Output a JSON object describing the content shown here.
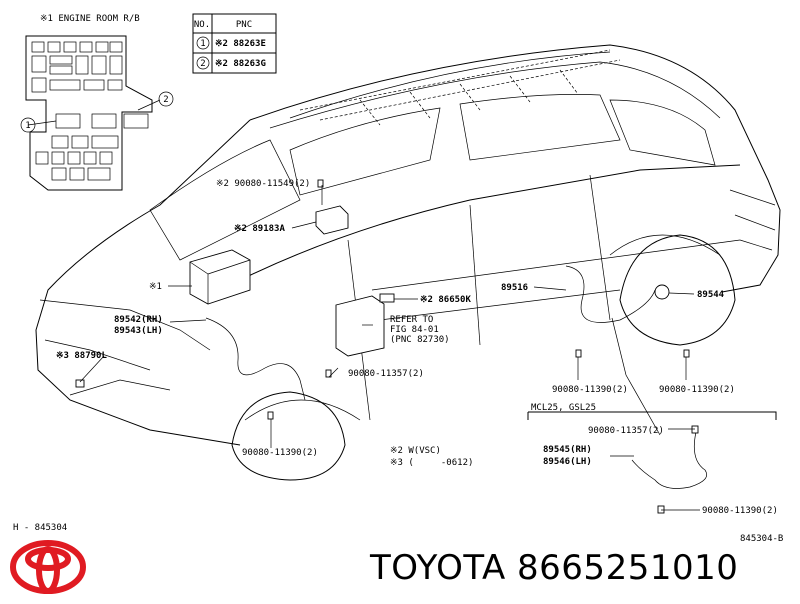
{
  "fuse_box": {
    "caption": "※1 ENGINE ROOM R/B",
    "callout_1": "1",
    "callout_2": "2"
  },
  "pnc_table": {
    "header_no": "NO.",
    "header_pnc": "PNC",
    "rows": [
      {
        "no": "1",
        "pnc": "※2 88263E"
      },
      {
        "no": "2",
        "pnc": "※2 88263G"
      }
    ]
  },
  "labels": {
    "bolt_top": "※2 90080-11549(2)",
    "part_89183a": "※2 89183A",
    "mark_1": "※1",
    "part_89542": "89542(RH)",
    "part_89543": "89543(LH)",
    "part_88790l": "※3 88790L",
    "part_86650k": "※2 86650K",
    "refer_1": "REFER TO",
    "refer_2": "FIG 84-01",
    "refer_3": "(PNC 82730)",
    "part_89516": "89516",
    "part_89544": "89544",
    "bolt_front_clip": "90080-11357(2)",
    "bolt_rear_1": "90080-11390(2)",
    "bolt_rear_2": "90080-11390(2)",
    "bolt_front_wheel": "90080-11390(2)",
    "note_w": "※2 W(VSC)",
    "note_3": "※3 (     -0612)",
    "inset_title": "MCL25, GSL25",
    "inset_bolt_top": "90080-11357(2)",
    "part_89545": "89545(RH)",
    "part_89546": "89546(LH)",
    "inset_bolt_bottom": "90080-11390(2)",
    "footer_left": "H - 845304",
    "footer_right": "845304-B"
  },
  "brand": {
    "text": "TOYOTA 8665251010",
    "logo_color": "#e01b22"
  }
}
